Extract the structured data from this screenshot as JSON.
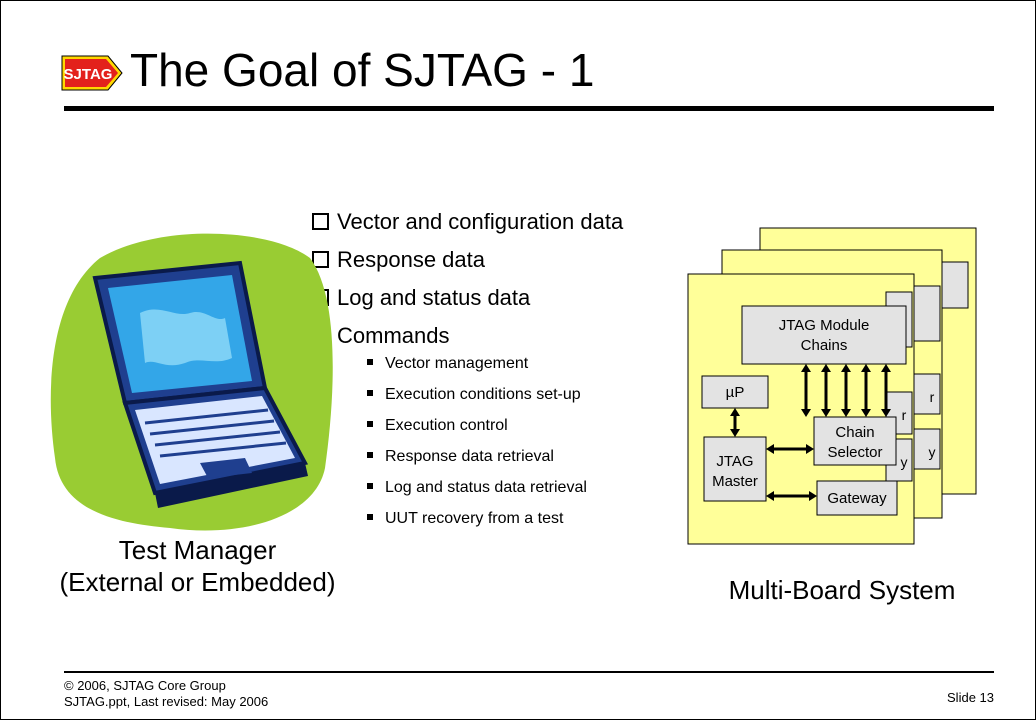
{
  "slide": {
    "logo_text": "SJTAG",
    "title": "The Goal of SJTAG - 1"
  },
  "bullets": [
    "Vector and configuration data",
    "Response data",
    "Log and status data",
    "Commands"
  ],
  "sub_bullets": [
    "Vector management",
    "Execution conditions set-up",
    "Execution control",
    "Response data retrieval",
    "Log and status data retrieval",
    "UUT recovery from a test"
  ],
  "left_caption": {
    "line1": "Test Manager",
    "line2": "(External or Embedded)"
  },
  "diagram": {
    "jtag_module_line1": "JTAG Module",
    "jtag_module_line2": "Chains",
    "up": "µP",
    "jtag_master_line1": "JTAG",
    "jtag_master_line2": "Master",
    "chain_selector_line1": "Chain",
    "chain_selector_line2": "Selector",
    "gateway": "Gateway",
    "peek_r1": "r",
    "peek_r2": "r",
    "peek_y1": "y",
    "peek_y2": "y",
    "caption": "Multi-Board System"
  },
  "footer": {
    "copyright": "© 2006, SJTAG Core Group",
    "file_info": "SJTAG.ppt, Last revised: May 2006",
    "slide_number": "Slide 13"
  },
  "colors": {
    "board_fill": "#ffff99",
    "box_fill": "#e3e3e3",
    "logo_red": "#e3211c",
    "logo_yellow": "#ffd700",
    "laptop_bg": "#99cc33",
    "laptop_screen": "#33a6e8"
  }
}
